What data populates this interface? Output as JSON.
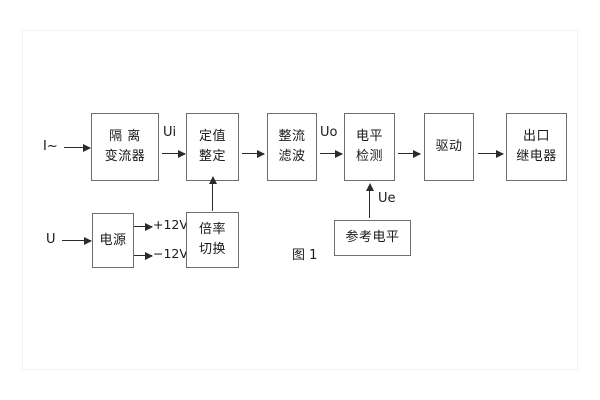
{
  "figure": {
    "caption": "图 1",
    "frame_color": "#f2f2f2",
    "box_border_color": "#6e6e6e",
    "line_color": "#2b2b2b",
    "background": "#ffffff"
  },
  "inputs": {
    "current": "I~",
    "voltage": "U"
  },
  "signals": {
    "ui": "Ui",
    "uo": "Uo",
    "ue": "Ue"
  },
  "rails": {
    "positive": "+12V",
    "negative": "−12V"
  },
  "blocks": {
    "isolation_ct": {
      "line1": "隔 离",
      "line2": "变流器"
    },
    "setting": {
      "line1": "定值",
      "line2": "整定"
    },
    "rectify_filter": {
      "line1": "整流",
      "line2": "滤波"
    },
    "level_detect": {
      "line1": "电平",
      "line2": "检测"
    },
    "drive": {
      "line1": "驱动"
    },
    "output_relay": {
      "line1": "出口",
      "line2": "继电器"
    },
    "power_supply": {
      "line1": "电源"
    },
    "multiplier_switch": {
      "line1": "倍率",
      "line2": "切换"
    },
    "reference_level": {
      "line1": "参考电平"
    }
  }
}
